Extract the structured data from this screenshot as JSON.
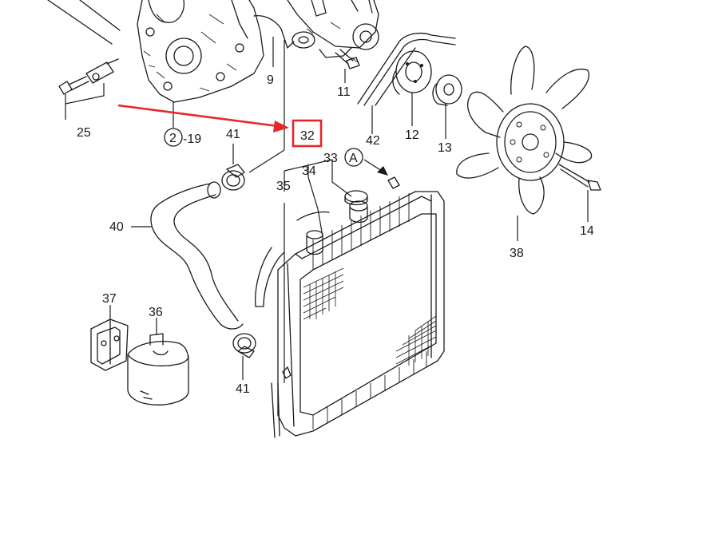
{
  "labels": {
    "p9": "9",
    "p11": "11",
    "p12": "12",
    "p13": "13",
    "p14": "14",
    "p19_circle": "2",
    "p19_suffix": "-19",
    "p25": "25",
    "p32": "32",
    "p33": "33",
    "p34": "34",
    "p35": "35",
    "p36": "36",
    "p37": "37",
    "p38": "38",
    "p40": "40",
    "p41_top": "41",
    "p41_bottom": "41",
    "p42": "42",
    "view_a": "A"
  },
  "colors": {
    "line": "#1a1a1a",
    "highlight": "#e8262a",
    "background": "#ffffff"
  },
  "highlight": {
    "part": "32"
  }
}
